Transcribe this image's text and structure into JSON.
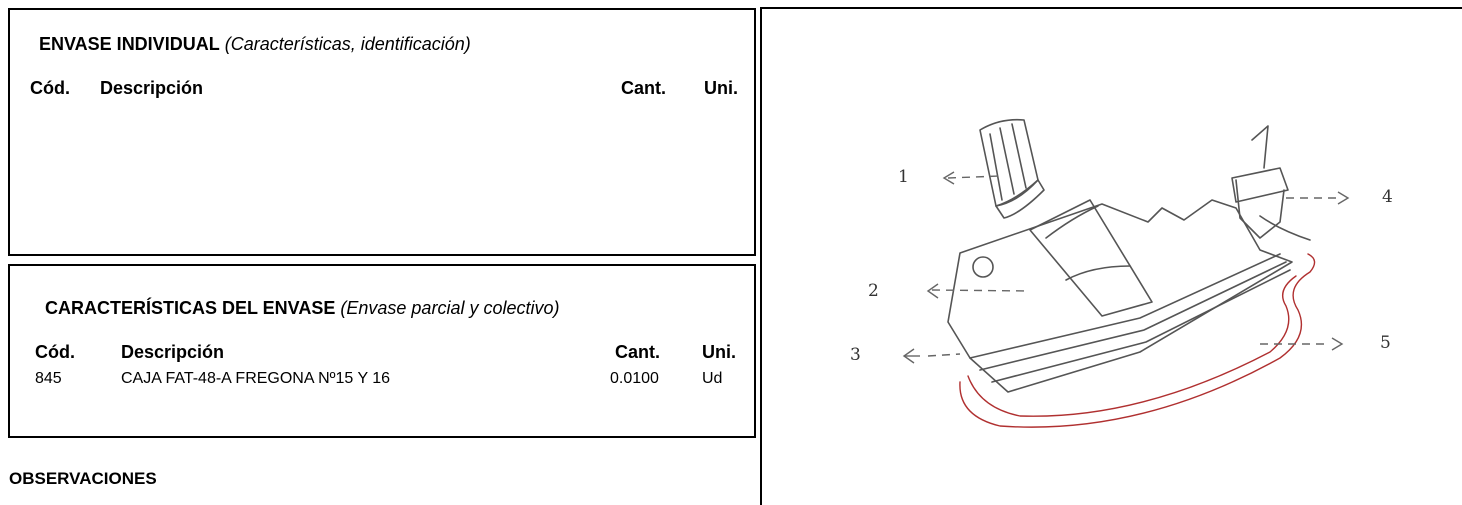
{
  "envase_individual": {
    "title": "ENVASE INDIVIDUAL",
    "subtitle": "(Características, identificación)",
    "columns": {
      "cod": "Cód.",
      "descripcion": "Descripción",
      "cant": "Cant.",
      "uni": "Uni."
    },
    "rows": []
  },
  "caracteristicas_envase": {
    "title": "CARACTERÍSTICAS DEL ENVASE",
    "subtitle": "(Envase parcial y colectivo)",
    "columns": {
      "cod": "Cód.",
      "descripcion": "Descripción",
      "cant": "Cant.",
      "uni": "Uni."
    },
    "rows": [
      {
        "cod": "845",
        "descripcion": "CAJA FAT-48-A FREGONA Nº15 Y 16",
        "cant": "0.0100",
        "uni": "Ud"
      }
    ]
  },
  "observaciones": {
    "title": "OBSERVACIONES"
  },
  "drawing": {
    "callouts": [
      "1",
      "2",
      "3",
      "4",
      "5"
    ],
    "line_color": "#555555",
    "accent_color": "#b03030"
  }
}
